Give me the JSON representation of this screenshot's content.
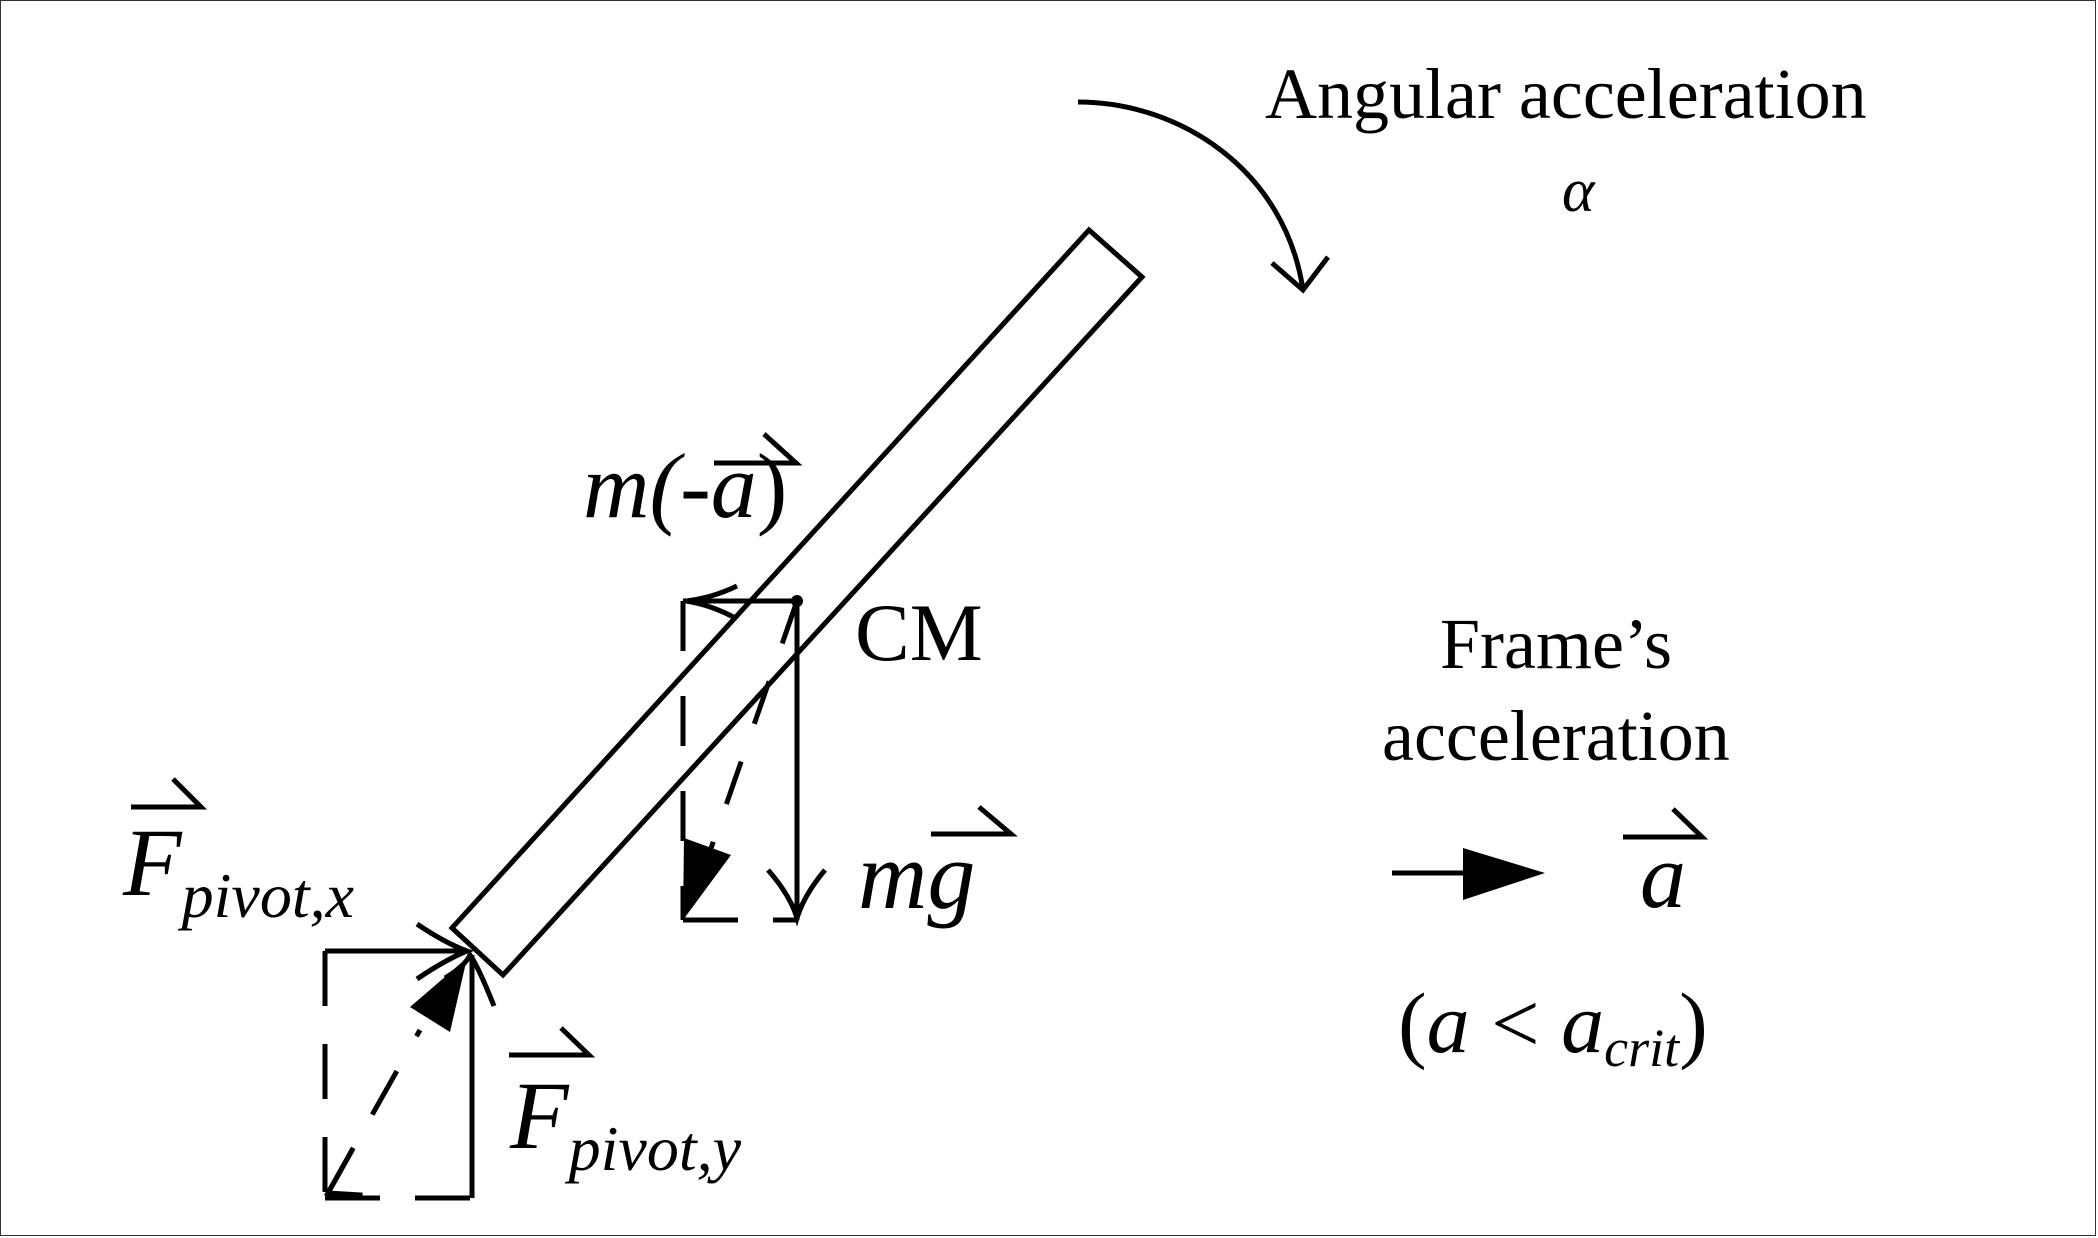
{
  "diagram": {
    "angular_label": "Angular acceleration",
    "alpha_symbol": "α",
    "cm_label": "CM",
    "inertial_force": {
      "prefix": "m(-",
      "vector": "a",
      "suffix": ")"
    },
    "weight": {
      "prefix": "m",
      "vector": "g"
    },
    "pivot_x": {
      "symbol": "F",
      "subscript": "pivot,x"
    },
    "pivot_y": {
      "symbol": "F",
      "subscript": "pivot,y"
    },
    "frame_label_line1": "Frame’s",
    "frame_label_line2": "acceleration",
    "frame_vector": "a",
    "condition": {
      "open": "(",
      "lhs": "a",
      "op": " < ",
      "rhs": "a",
      "rhs_sub": "crit",
      "close": ")"
    }
  }
}
